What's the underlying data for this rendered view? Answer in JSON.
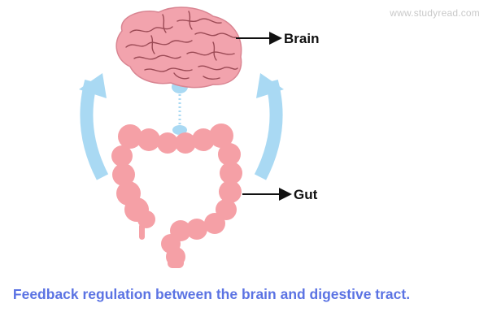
{
  "watermark": "www.studyread.com",
  "labels": {
    "brain": "Brain",
    "gut": "Gut"
  },
  "caption": "Feedback regulation between the brain and digestive tract.",
  "colors": {
    "brain": "#f2a3ad",
    "brain_folds": "#9b4a55",
    "intestine": "#f5a0a6",
    "arrow": "#a9d9f3",
    "connector": "#a9d9f3",
    "caption": "#5b73e3"
  }
}
